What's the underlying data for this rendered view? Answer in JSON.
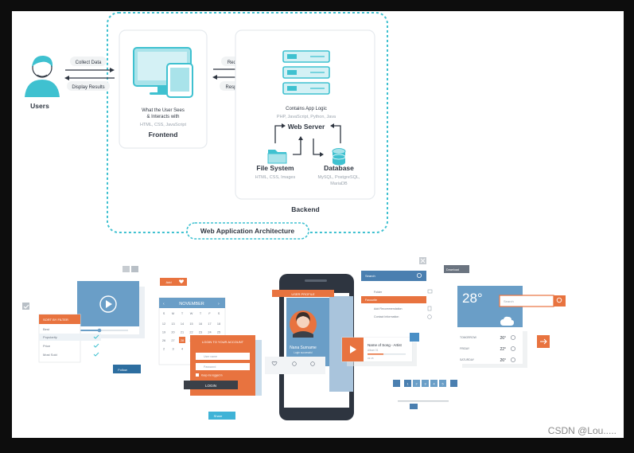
{
  "architecture": {
    "users_label": "Users",
    "collect_data": "Collect Data",
    "display_results": "Display Results",
    "frontend": {
      "desc_line1": "What the User Sees",
      "desc_line2": "& Interacts with",
      "tech": "HTML, CSS, JavaScript",
      "title": "Frontend"
    },
    "request": "Request",
    "response": "Response",
    "backend": {
      "logic": "Contains App Logic",
      "tech": "PHP, JavaScript, Python, Java",
      "web_server": "Web Server",
      "file_system": "File System",
      "file_system_desc": "HTML, CSS, Images",
      "database": "Database",
      "database_desc_1": "MySQL, PostgreSQL,",
      "database_desc_2": "MariaDB",
      "title": "Backend"
    },
    "caption": "Web Application Architecture"
  },
  "ui_kit": {
    "filter_title": "SORT BY FILTER",
    "filter_items": [
      "Best",
      "Popularity",
      "Price",
      "Most Sold"
    ],
    "calendar": {
      "month": "NOVEMBER",
      "weekdays": [
        "S",
        "M",
        "T",
        "W",
        "T",
        "F",
        "S"
      ],
      "days": [
        "12",
        "13",
        "14",
        "15",
        "16",
        "17",
        "18",
        "19",
        "20",
        "21",
        "22",
        "23",
        "24",
        "25",
        "26",
        "27",
        "28",
        "29",
        "30",
        "31",
        "1",
        "2",
        "3",
        "4",
        "5",
        "6",
        "7",
        "8"
      ]
    },
    "login": {
      "title": "LOGIN TO YOUR ACCOUNT",
      "user_placeholder": "User name",
      "pass_placeholder": "Password",
      "remember": "Keep me logged in",
      "button": "LOGIN"
    },
    "phone": {
      "header": "USER PROFILE",
      "name": "Nana Surname",
      "sub": "Login successful"
    },
    "song": {
      "title": "Name of Song - Artist",
      "sub": "Album 01",
      "time": "03:45"
    },
    "menu": {
      "search": "Search",
      "items": [
        "Folder",
        "Favourite",
        "Add Recommendation",
        "Contact Information"
      ]
    },
    "pagination": [
      "1",
      "2",
      "3",
      "4",
      "5"
    ],
    "weather": {
      "temp": "28°",
      "search_placeholder": "Search",
      "forecast": [
        {
          "day": "TOMORROW",
          "temp": "26°"
        },
        {
          "day": "FRIDAY",
          "temp": "22°"
        },
        {
          "day": "SATURDAY",
          "temp": "26°"
        }
      ]
    },
    "download_label": "Download",
    "add_button": "Add",
    "follow_button": "Follow",
    "share_button": "Share"
  },
  "watermark": "CSDN @Lou.....",
  "colors": {
    "teal": "#3fc1d0",
    "orange": "#e8733f",
    "blue": "#6a9ec7",
    "dark": "#2e3540"
  }
}
